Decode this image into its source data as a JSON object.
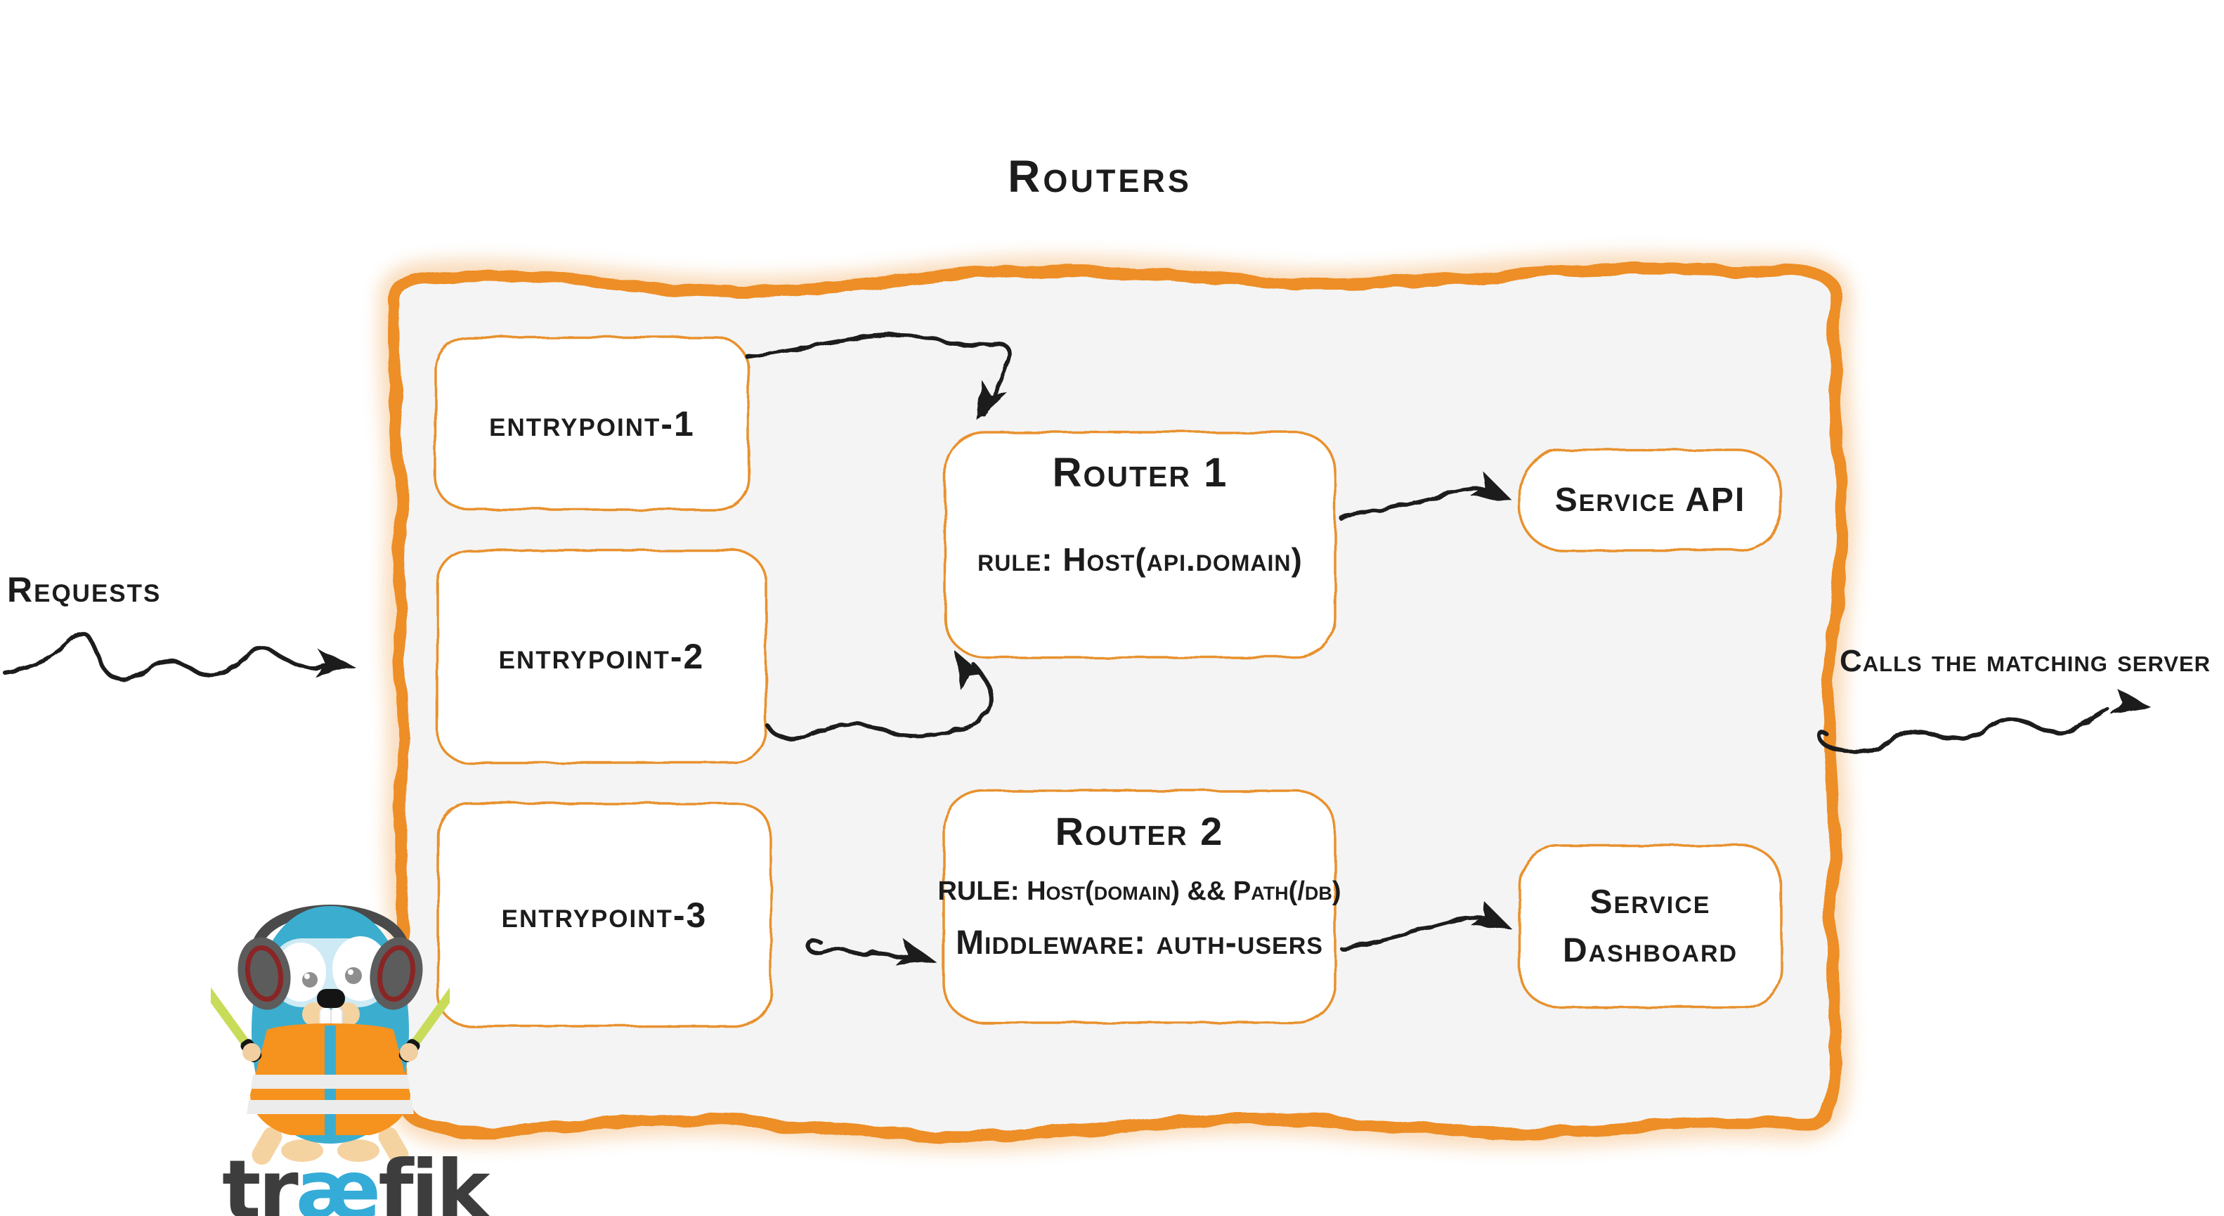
{
  "page": {
    "title": "Routers"
  },
  "labels": {
    "requests": "Requests",
    "calls": "Calls the matching server"
  },
  "entrypoints": [
    {
      "label": "entrypoint-1"
    },
    {
      "label": "entrypoint-2"
    },
    {
      "label": "entrypoint-3"
    }
  ],
  "routers": [
    {
      "title": "Router 1",
      "rule": "rule: Host(api.domain)"
    },
    {
      "title": "Router 2",
      "rule": "RULE: Host(domain) && Path(/db)",
      "middleware": "Middleware: auth-users"
    }
  ],
  "services": [
    {
      "label": "Service API"
    },
    {
      "label_line1": "Service",
      "label_line2": "Dashboard"
    }
  ],
  "logo": {
    "part1": "tr",
    "part2": "æ",
    "part3": "fik"
  },
  "colors": {
    "accent_orange": "#ED8E28",
    "box_border_orange": "#E8912D",
    "panel_fill": "#F4F4F4",
    "ink": "#1C1C1C",
    "gopher_blue": "#3BAECF",
    "vest_orange": "#F6921E",
    "wand_green": "#C8DC5A",
    "wordmark_gray": "#3D3D3D",
    "wordmark_blue": "#35ACD7"
  }
}
